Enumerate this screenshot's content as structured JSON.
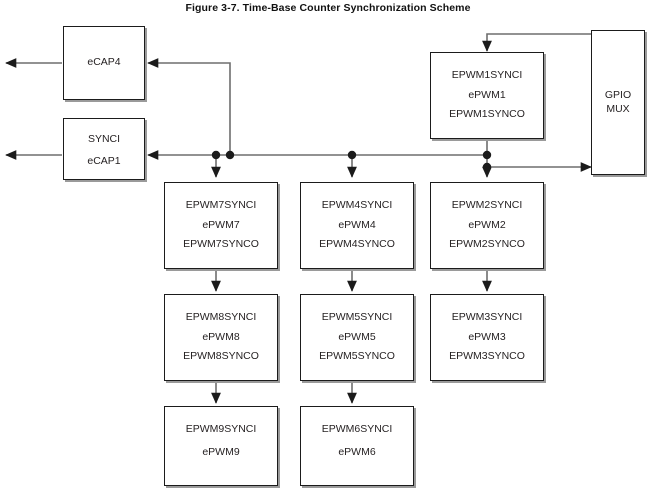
{
  "figure": {
    "title": "Figure 3-7. Time-Base Counter Synchronization Scheme"
  },
  "colors": {
    "block_border": "#1b1b1b",
    "block_fill": "#ffffff",
    "wire": "#6e6e6e",
    "arrow": "#1b1b1b",
    "shadow": "#9a9a9a",
    "text": "#231f20"
  },
  "blocks": {
    "gpio_mux": {
      "name": "gpio-mux",
      "lines": [
        "GPIO",
        "MUX"
      ]
    },
    "ecap4": {
      "name": "ecap4",
      "lines": [
        "eCAP4"
      ]
    },
    "ecap1": {
      "name": "ecap1",
      "lines": [
        "SYNCI",
        "eCAP1"
      ]
    },
    "epwm1": {
      "name": "epwm1",
      "lines": [
        "EPWM1SYNCI",
        "ePWM1",
        "EPWM1SYNCO"
      ]
    },
    "epwm7": {
      "name": "epwm7",
      "lines": [
        "EPWM7SYNCI",
        "ePWM7",
        "EPWM7SYNCO"
      ]
    },
    "epwm4": {
      "name": "epwm4",
      "lines": [
        "EPWM4SYNCI",
        "ePWM4",
        "EPWM4SYNCO"
      ]
    },
    "epwm2": {
      "name": "epwm2",
      "lines": [
        "EPWM2SYNCI",
        "ePWM2",
        "EPWM2SYNCO"
      ]
    },
    "epwm8": {
      "name": "epwm8",
      "lines": [
        "EPWM8SYNCI",
        "ePWM8",
        "EPWM8SYNCO"
      ]
    },
    "epwm5": {
      "name": "epwm5",
      "lines": [
        "EPWM5SYNCI",
        "ePWM5",
        "EPWM5SYNCO"
      ]
    },
    "epwm3": {
      "name": "epwm3",
      "lines": [
        "EPWM3SYNCI",
        "ePWM3",
        "EPWM3SYNCO"
      ]
    },
    "epwm9": {
      "name": "epwm9",
      "lines": [
        "EPWM9SYNCI",
        "ePWM9"
      ]
    },
    "epwm6": {
      "name": "epwm6",
      "lines": [
        "EPWM6SYNCI",
        "ePWM6"
      ]
    }
  },
  "connections": [
    {
      "from": "gpio_mux",
      "to": "epwm1",
      "signal": "EPWM1SYNCI"
    },
    {
      "from": "epwm1",
      "to": "sync_bus",
      "signal": "EPWM1SYNCO"
    },
    {
      "from": "epwm1",
      "to": "gpio_mux",
      "signal": "EPWM1SYNCO"
    },
    {
      "from": "epwm1",
      "to": "epwm2",
      "signal": "EPWM2SYNCI"
    },
    {
      "from": "sync_bus",
      "to": "ecap4",
      "signal": "SYNCI"
    },
    {
      "from": "sync_bus",
      "to": "ecap1",
      "signal": "SYNCI"
    },
    {
      "from": "sync_bus",
      "to": "epwm7",
      "signal": "EPWM7SYNCI"
    },
    {
      "from": "sync_bus",
      "to": "epwm4",
      "signal": "EPWM4SYNCI"
    },
    {
      "from": "epwm7",
      "to": "epwm8",
      "signal": "EPWM8SYNCI"
    },
    {
      "from": "epwm8",
      "to": "epwm9",
      "signal": "EPWM9SYNCI"
    },
    {
      "from": "epwm4",
      "to": "epwm5",
      "signal": "EPWM5SYNCI"
    },
    {
      "from": "epwm5",
      "to": "epwm6",
      "signal": "EPWM6SYNCI"
    },
    {
      "from": "epwm2",
      "to": "epwm3",
      "signal": "EPWM3SYNCI"
    },
    {
      "from": "ecap4",
      "to": "external",
      "signal": "out"
    },
    {
      "from": "ecap1",
      "to": "external",
      "signal": "out"
    }
  ]
}
